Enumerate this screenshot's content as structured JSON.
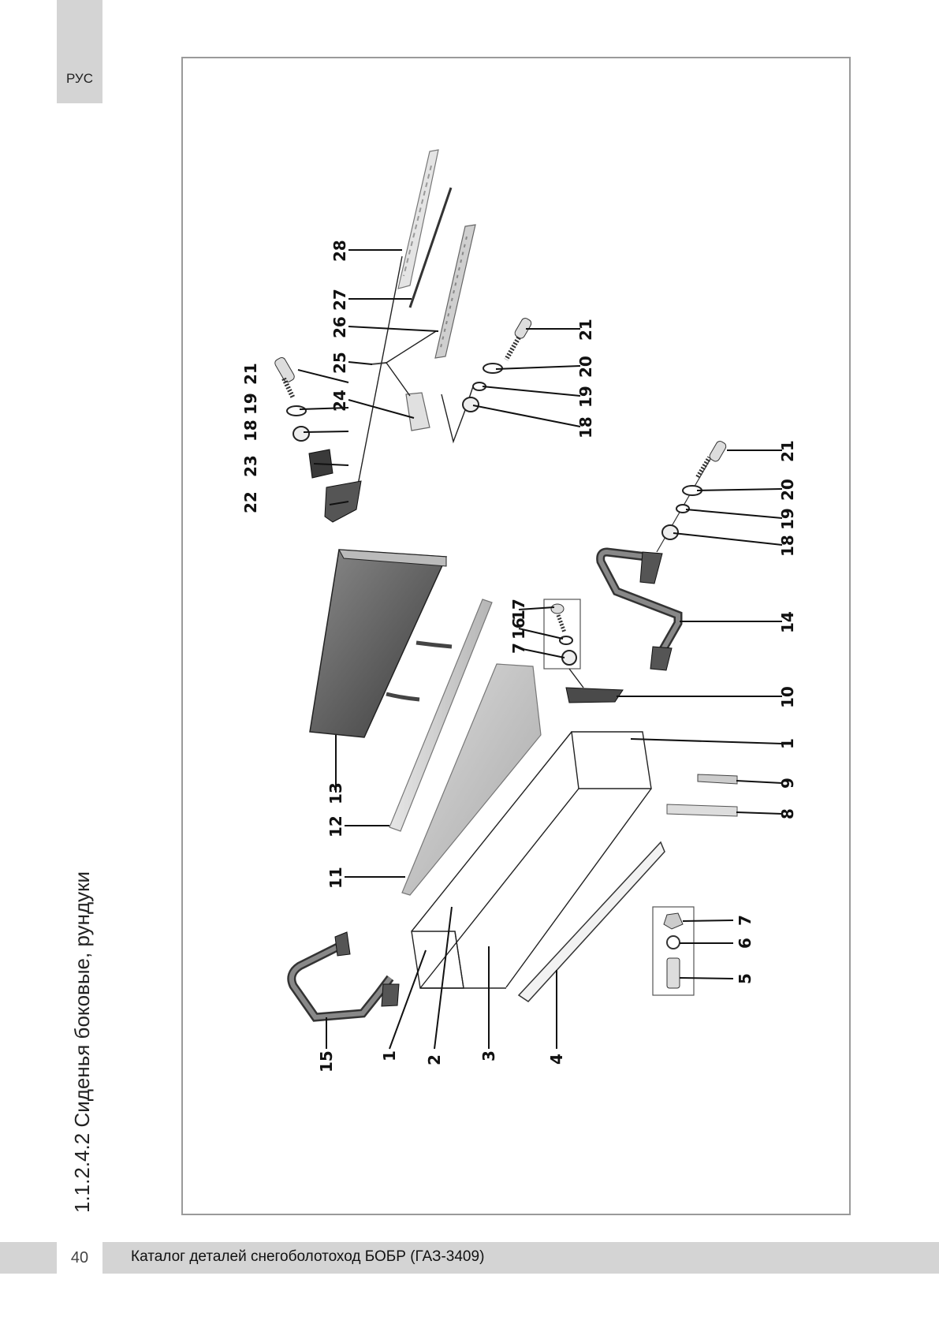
{
  "header": {
    "lang_tab": "РУС"
  },
  "section_title": "1.1.2.4.2 Сиденья боковые, рундуки",
  "footer": {
    "page_number": "40",
    "catalog_title": "Каталог деталей снегоболотоход БОБР (ГАЗ-3409)"
  },
  "callouts": {
    "n1": "1",
    "n2": "2",
    "n3": "3",
    "n4": "4",
    "n5": "5",
    "n6": "6",
    "n7": "7",
    "n8": "8",
    "n9": "9",
    "n10": "10",
    "n11": "11",
    "n12": "12",
    "n13": "13",
    "n14": "14",
    "n15": "15",
    "n16": "16",
    "n17": "17",
    "n18": "18",
    "n19": "19",
    "n20": "20",
    "n21": "21",
    "n22": "22",
    "n23": "23",
    "n24": "24",
    "n25": "25",
    "n26": "26",
    "n27": "27",
    "n28": "28"
  }
}
